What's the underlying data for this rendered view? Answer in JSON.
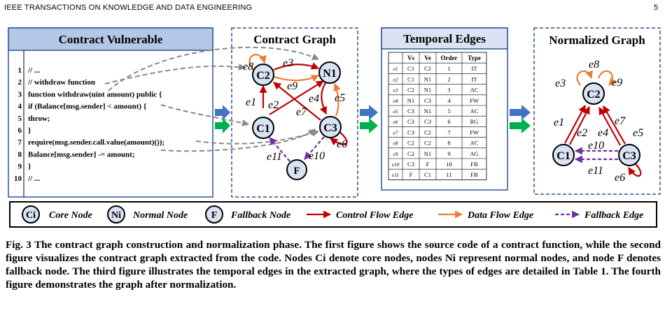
{
  "header": {
    "journal": "IEEE TRANSACTIONS ON KNOWLEDGE AND DATA ENGINEERING",
    "page": "5"
  },
  "panels": {
    "code_title": "Contract Vulnerable",
    "graph_title": "Contract Graph",
    "edges_title": "Temporal Edges",
    "norm_title": "Normalized Graph"
  },
  "code": {
    "line_numbers": [
      "1",
      "2",
      "3",
      "4",
      "5",
      "6",
      "7",
      "8",
      "9",
      "10"
    ],
    "lines": [
      "// ...",
      "// withdraw function",
      "function withdraw(uint amount) public {",
      "  if (Balance[msg.sender] < amount) {",
      "    throw;",
      "  }",
      "  require(msg.sender.call.value(amount)());",
      "  Balance[msg.sender] -= amount;",
      "}",
      "// ..."
    ]
  },
  "graph_nodes": {
    "c1": "C1",
    "c2": "C2",
    "c3": "C3",
    "n1": "N1",
    "f": "F"
  },
  "graph_edge_labels": {
    "e1": "e1",
    "e2": "e2",
    "e3": "e3",
    "e4": "e4",
    "e5": "e5",
    "e6": "e6",
    "e7": "e7",
    "e8": "e8",
    "e9": "e9",
    "e10": "e10",
    "e11": "e11"
  },
  "table": {
    "headers": [
      "Vs",
      "Ve",
      "Order",
      "Type"
    ],
    "rows": [
      [
        "e1",
        "C1",
        "C2",
        "1",
        "IT"
      ],
      [
        "e2",
        "C1",
        "N1",
        "2",
        "IT"
      ],
      [
        "e3",
        "C2",
        "N1",
        "3",
        "AC"
      ],
      [
        "e4",
        "N1",
        "C3",
        "4",
        "FW"
      ],
      [
        "e5",
        "C3",
        "N1",
        "5",
        "AC"
      ],
      [
        "e6",
        "C3",
        "C3",
        "6",
        "RG"
      ],
      [
        "e7",
        "C3",
        "C2",
        "7",
        "FW"
      ],
      [
        "e8",
        "C2",
        "C2",
        "8",
        "AC"
      ],
      [
        "e9",
        "C2",
        "N1",
        "9",
        "AG"
      ],
      [
        "e10",
        "C3",
        "F",
        "10",
        "FB"
      ],
      [
        "e11",
        "F",
        "C1",
        "11",
        "FB"
      ]
    ]
  },
  "legend": {
    "core_symbol": "Ci",
    "core_label": "Core Node",
    "normal_symbol": "Ni",
    "normal_label": "Normal Node",
    "fallback_symbol": "F",
    "fallback_label": "Fallback Node",
    "control_label": "Control Flow Edge",
    "data_label": "Data Flow Edge",
    "fallback_edge_label": "Fallback Edge"
  },
  "colors": {
    "control": "#c00000",
    "data": "#ed7d31",
    "fallback": "#7030a0",
    "arrow_blue": "#4472c4",
    "arrow_green": "#00b050",
    "node_fill": "#dae3f3",
    "dash_border": "#2f5597"
  },
  "caption": "Fig. 3 The contract graph construction and normalization phase. The first figure shows the source code of a contract function, while the second figure visualizes the contract graph extracted from the code. Nodes Ci denote core nodes, nodes Ni represent normal nodes, and node F denotes fallback node. The third figure illustrates the temporal edges in the extracted graph, where the types of edges are detailed in Table 1. The fourth figure demonstrates the graph after normalization."
}
